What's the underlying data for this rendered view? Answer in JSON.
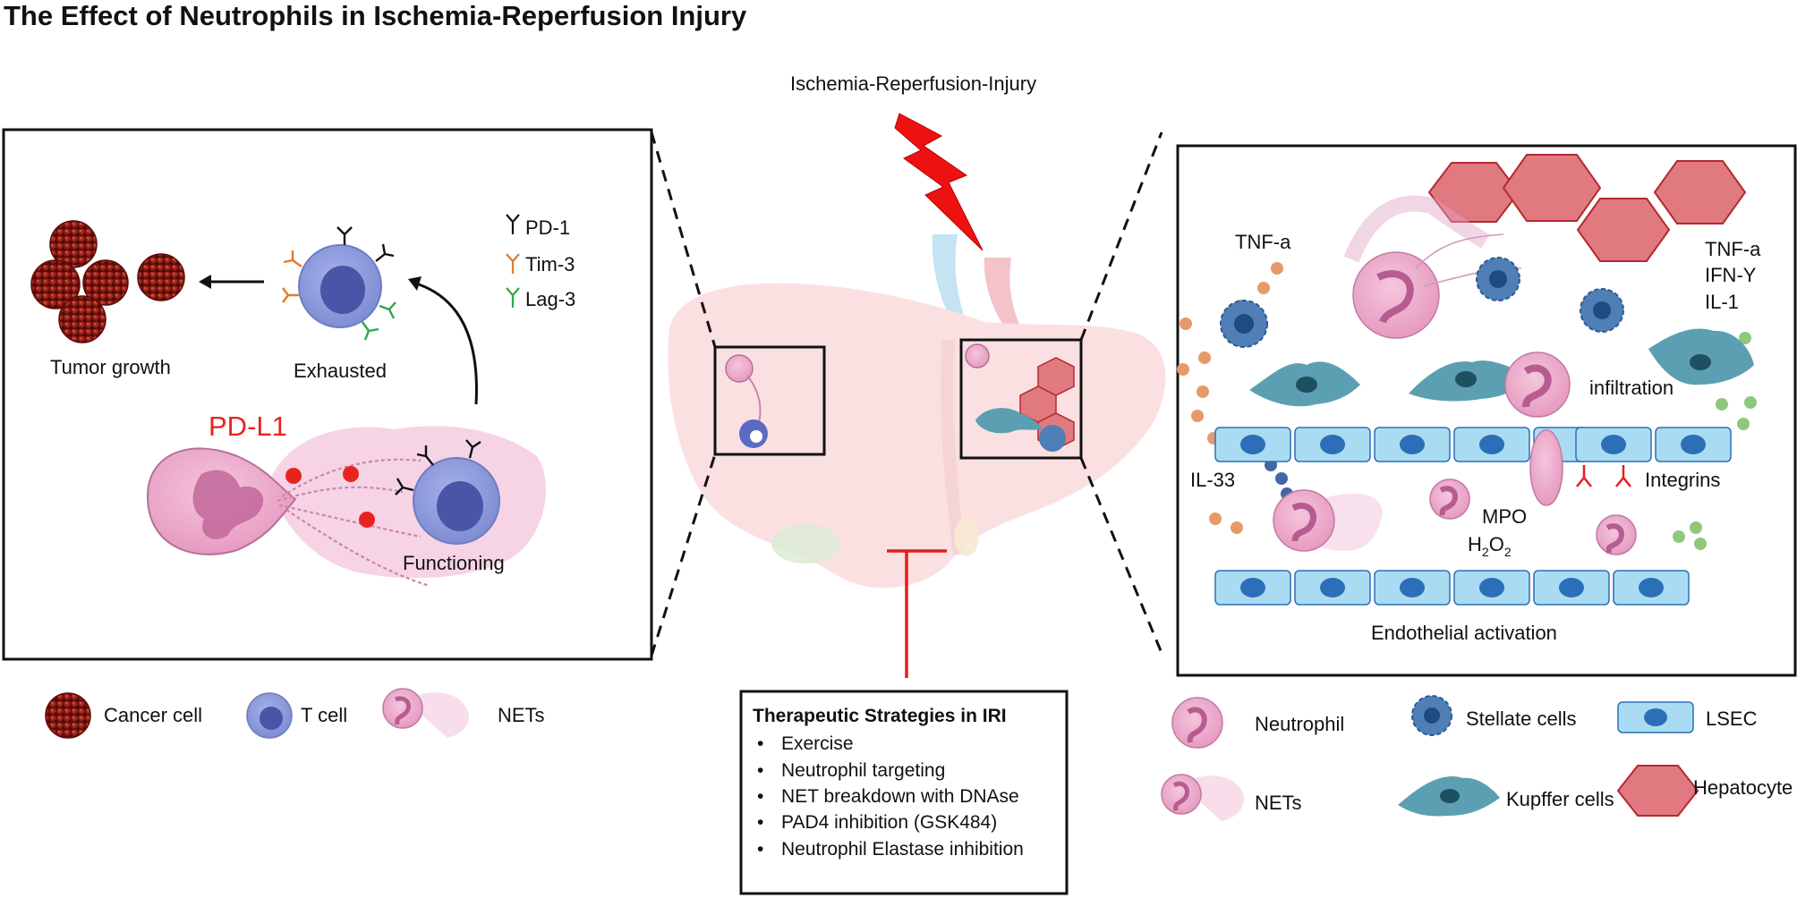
{
  "title": "The Effect of Neutrophils in Ischemia-Reperfusion Injury",
  "center": {
    "iri_label": "Ischemia-Reperfusion-Injury"
  },
  "left_panel": {
    "tumor_growth": "Tumor growth",
    "exhausted": "Exhausted",
    "functioning": "Functioning",
    "pd_l1": "PD-L1",
    "receptor_legend": [
      {
        "label": "PD-1",
        "color": "#111111"
      },
      {
        "label": "Tim-3",
        "color": "#e07b2a"
      },
      {
        "label": "Lag-3",
        "color": "#2aa84a"
      }
    ]
  },
  "right_panel": {
    "tnf_a": "TNF-a",
    "cytokines": [
      "TNF-a",
      "IFN-Y",
      "IL-1"
    ],
    "infiltration": "infiltration",
    "il_33": "IL-33",
    "integrins": "Integrins",
    "mpo": "MPO",
    "h2o2_base": "H",
    "h2o2_sub1": "2",
    "h2o2_mid": "O",
    "h2o2_sub2": "2",
    "endothelial": "Endothelial activation"
  },
  "therapy": {
    "title": "Therapeutic Strategies in IRI",
    "items": [
      "Exercise",
      "Neutrophil targeting",
      "NET breakdown with DNAse",
      "PAD4 inhibition (GSK484)",
      "Neutrophil Elastase inhibition"
    ]
  },
  "legend_left": [
    {
      "label": "Cancer cell",
      "icon": "cancer-cell-icon"
    },
    {
      "label": "T cell",
      "icon": "t-cell-icon"
    },
    {
      "label": "NETs",
      "icon": "nets-icon"
    }
  ],
  "legend_right": [
    {
      "label": "Neutrophil",
      "icon": "neutrophil-icon"
    },
    {
      "label": "Stellate cells",
      "icon": "stellate-cell-icon"
    },
    {
      "label": "LSEC",
      "icon": "lsec-icon"
    },
    {
      "label": "NETs",
      "icon": "nets-icon"
    },
    {
      "label": "Kupffer cells",
      "icon": "kupffer-cell-icon"
    },
    {
      "label": "Hepatocyte",
      "icon": "hepatocyte-icon"
    }
  ],
  "colors": {
    "pd_l1_red": "#e8231f",
    "hepatocyte_fill": "#e07a80",
    "hepatocyte_stroke": "#b22a30",
    "lsec_fill": "#a9dcf2",
    "lsec_nucleus": "#2c6fb8",
    "neutrophil_pink": "#eaa6c9",
    "t_cell_blue": "#8c98d8",
    "stellate_blue": "#4f7fb6",
    "kupffer_teal": "#5c9fb2",
    "lightning_red": "#ee1111",
    "inhibit_red": "#e41f1f"
  }
}
